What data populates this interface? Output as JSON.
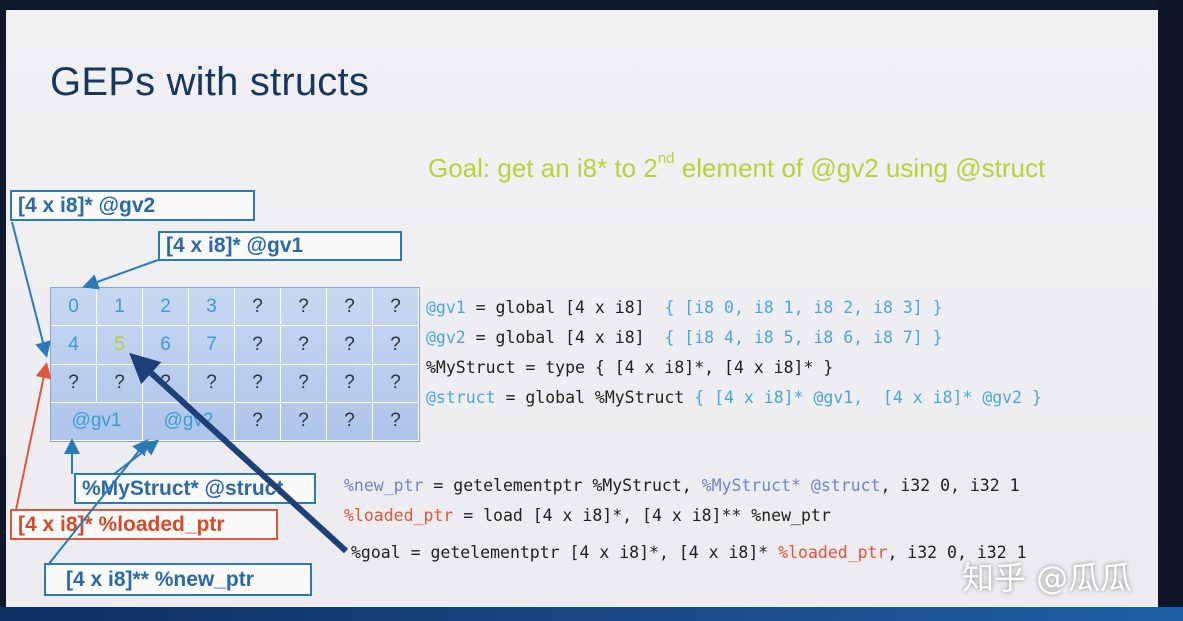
{
  "slide": {
    "title": "GEPs with structs",
    "goal": {
      "prefix": "Goal: get an i8* to 2",
      "sup": "nd",
      "suffix": " element of @gv2 using @struct"
    }
  },
  "labels": {
    "gv2": "[4 x i8]* @gv2",
    "gv1": "[4 x i8]* @gv1",
    "mystruct": "%MyStruct* @struct",
    "loaded_ptr": "[4 x i8]* %loaded_ptr",
    "new_ptr": "[4 x i8]** %new_ptr"
  },
  "memory_grid": {
    "rows": [
      [
        "0",
        "1",
        "2",
        "3",
        "?",
        "?",
        "?",
        "?"
      ],
      [
        "4",
        "5",
        "6",
        "7",
        "?",
        "?",
        "?",
        "?"
      ],
      [
        "?",
        "?",
        "?",
        "?",
        "?",
        "?",
        "?",
        "?"
      ],
      [
        "@gv1",
        "@gv2",
        "?",
        "?",
        "?",
        "?"
      ]
    ]
  },
  "code": {
    "decl": [
      {
        "name": "@gv1",
        "rest": " = global [4 x i8]  ",
        "init": "{ [i8 0, i8 1, i8 2, i8 3] }"
      },
      {
        "name": "@gv2",
        "rest": " = global [4 x i8]  ",
        "init": "{ [i8 4, i8 5, i8 6, i8 7] }"
      },
      {
        "name": "%MyStruct",
        "rest": " = type { [4 x i8]*, [4 x i8]* }",
        "init": ""
      },
      {
        "name": "@struct",
        "rest": " = global %MyStruct ",
        "init": "{ [4 x i8]* @gv1,  [4 x i8]* @gv2 }"
      }
    ],
    "new_ptr": {
      "var": "%new_ptr",
      "a": " = getelementptr %MyStruct, ",
      "ty": "%MyStruct*",
      "b": " @struct",
      "c": ", i32 0, i32 1"
    },
    "loaded": {
      "var": "%loaded_ptr",
      "rest": " = load [4 x i8]*, [4 x i8]** %new_ptr"
    },
    "goal": {
      "a": "%goal = getelementptr [4 x i8]*, [4 x i8]* ",
      "var": "%loaded_ptr",
      "b": ", i32 0, i32 1"
    }
  },
  "watermark": "知乎 @瓜瓜"
}
